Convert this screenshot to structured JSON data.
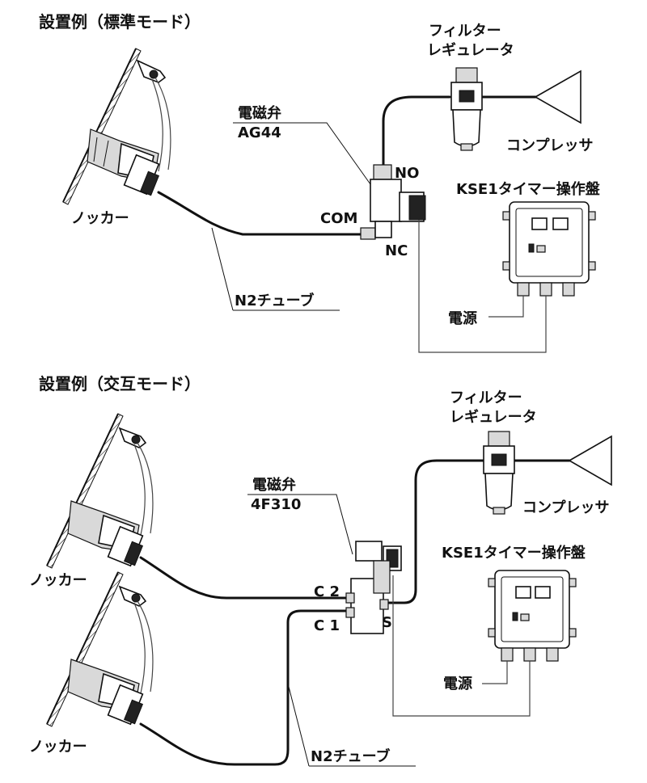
{
  "sections": [
    {
      "title": "設置例（標準モード）",
      "knocker_label": "ノッカー",
      "valve_label_line1": "電磁弁",
      "valve_label_line2": "AG44",
      "port_no": "NO",
      "port_com": "COM",
      "port_nc": "NC",
      "filter_line1": "フィルター",
      "filter_line2": "レギュレータ",
      "compressor_label": "コンプレッサ",
      "timer_label": "KSE1タイマー操作盤",
      "power_label": "電源",
      "tube_label": "N2チューブ"
    },
    {
      "title": "設置例（交互モード）",
      "knocker_label_1": "ノッカー",
      "knocker_label_2": "ノッカー",
      "valve_label_line1": "電磁弁",
      "valve_label_line2": "4F310",
      "port_c2": "C 2",
      "port_c1": "C 1",
      "port_s": "S",
      "filter_line1": "フィルター",
      "filter_line2": "レギュレータ",
      "compressor_label": "コンプレッサ",
      "timer_label": "KSE1タイマー操作盤",
      "power_label": "電源",
      "tube_label": "N2チューブ"
    }
  ]
}
